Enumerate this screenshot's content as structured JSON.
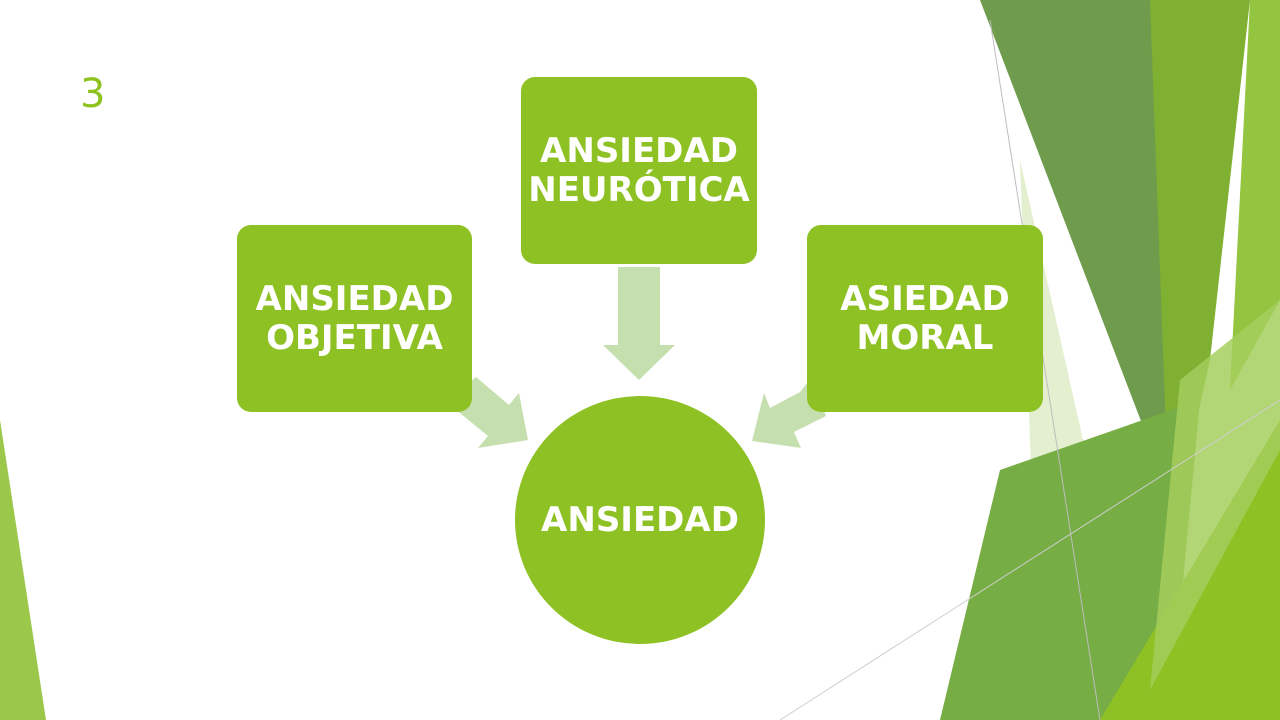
{
  "slide": {
    "number": "3"
  },
  "diagram": {
    "center": "ANSIEDAD",
    "top": [
      "ANSIEDAD",
      "NEURÓTICA"
    ],
    "left": [
      "ANSIEDAD",
      "OBJETIVA"
    ],
    "right": [
      "ASIEDAD",
      "MORAL"
    ]
  },
  "colors": {
    "node_fill": "#8ec124",
    "arrow_fill": "#c5dfae",
    "text": "#ffffff",
    "accent": "#8dc21f"
  }
}
